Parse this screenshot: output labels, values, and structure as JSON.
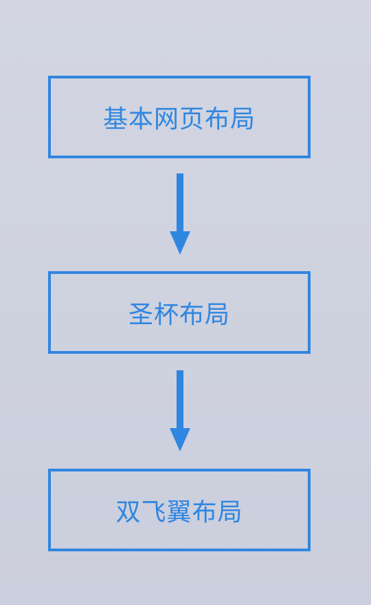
{
  "diagram": {
    "nodes": [
      {
        "id": "node1",
        "label": "基本网页布局"
      },
      {
        "id": "node2",
        "label": "圣杯布局"
      },
      {
        "id": "node3",
        "label": "双飞翼布局"
      }
    ],
    "edges": [
      {
        "from": "node1",
        "to": "node2"
      },
      {
        "from": "node2",
        "to": "node3"
      }
    ],
    "colors": {
      "accent": "#2f86e0",
      "background": "#cfd2df"
    }
  }
}
